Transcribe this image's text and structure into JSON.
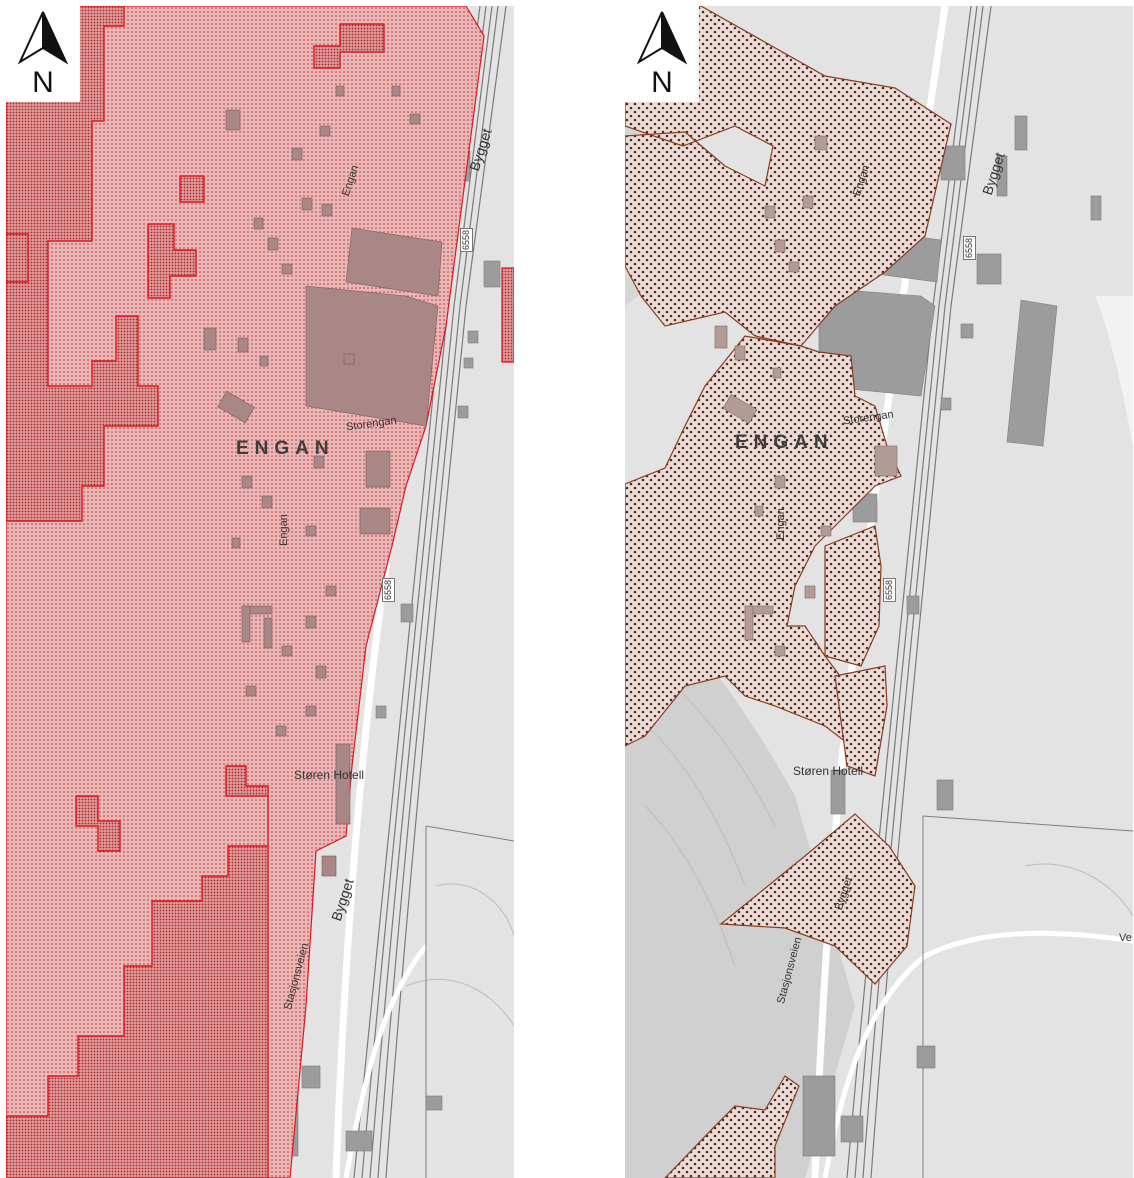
{
  "north": {
    "letter": "N"
  },
  "labels": {
    "place": "ENGAN",
    "bygget": "Bygget",
    "engan_road": "Engan",
    "storengan": "Storengan",
    "road_number": "6558",
    "hotel": "Støren Hotell",
    "stasjonsveien": "Stasjonsveien",
    "ve": "Ve"
  },
  "colors": {
    "hazard_fill": "#e7b2b2",
    "hazard_edge": "#e0161e",
    "overlay_fill": "#ecdcd8",
    "overlay_edge": "#8a3a1c",
    "basemap": "#e3e3e3",
    "building": "#9c9c9c"
  }
}
